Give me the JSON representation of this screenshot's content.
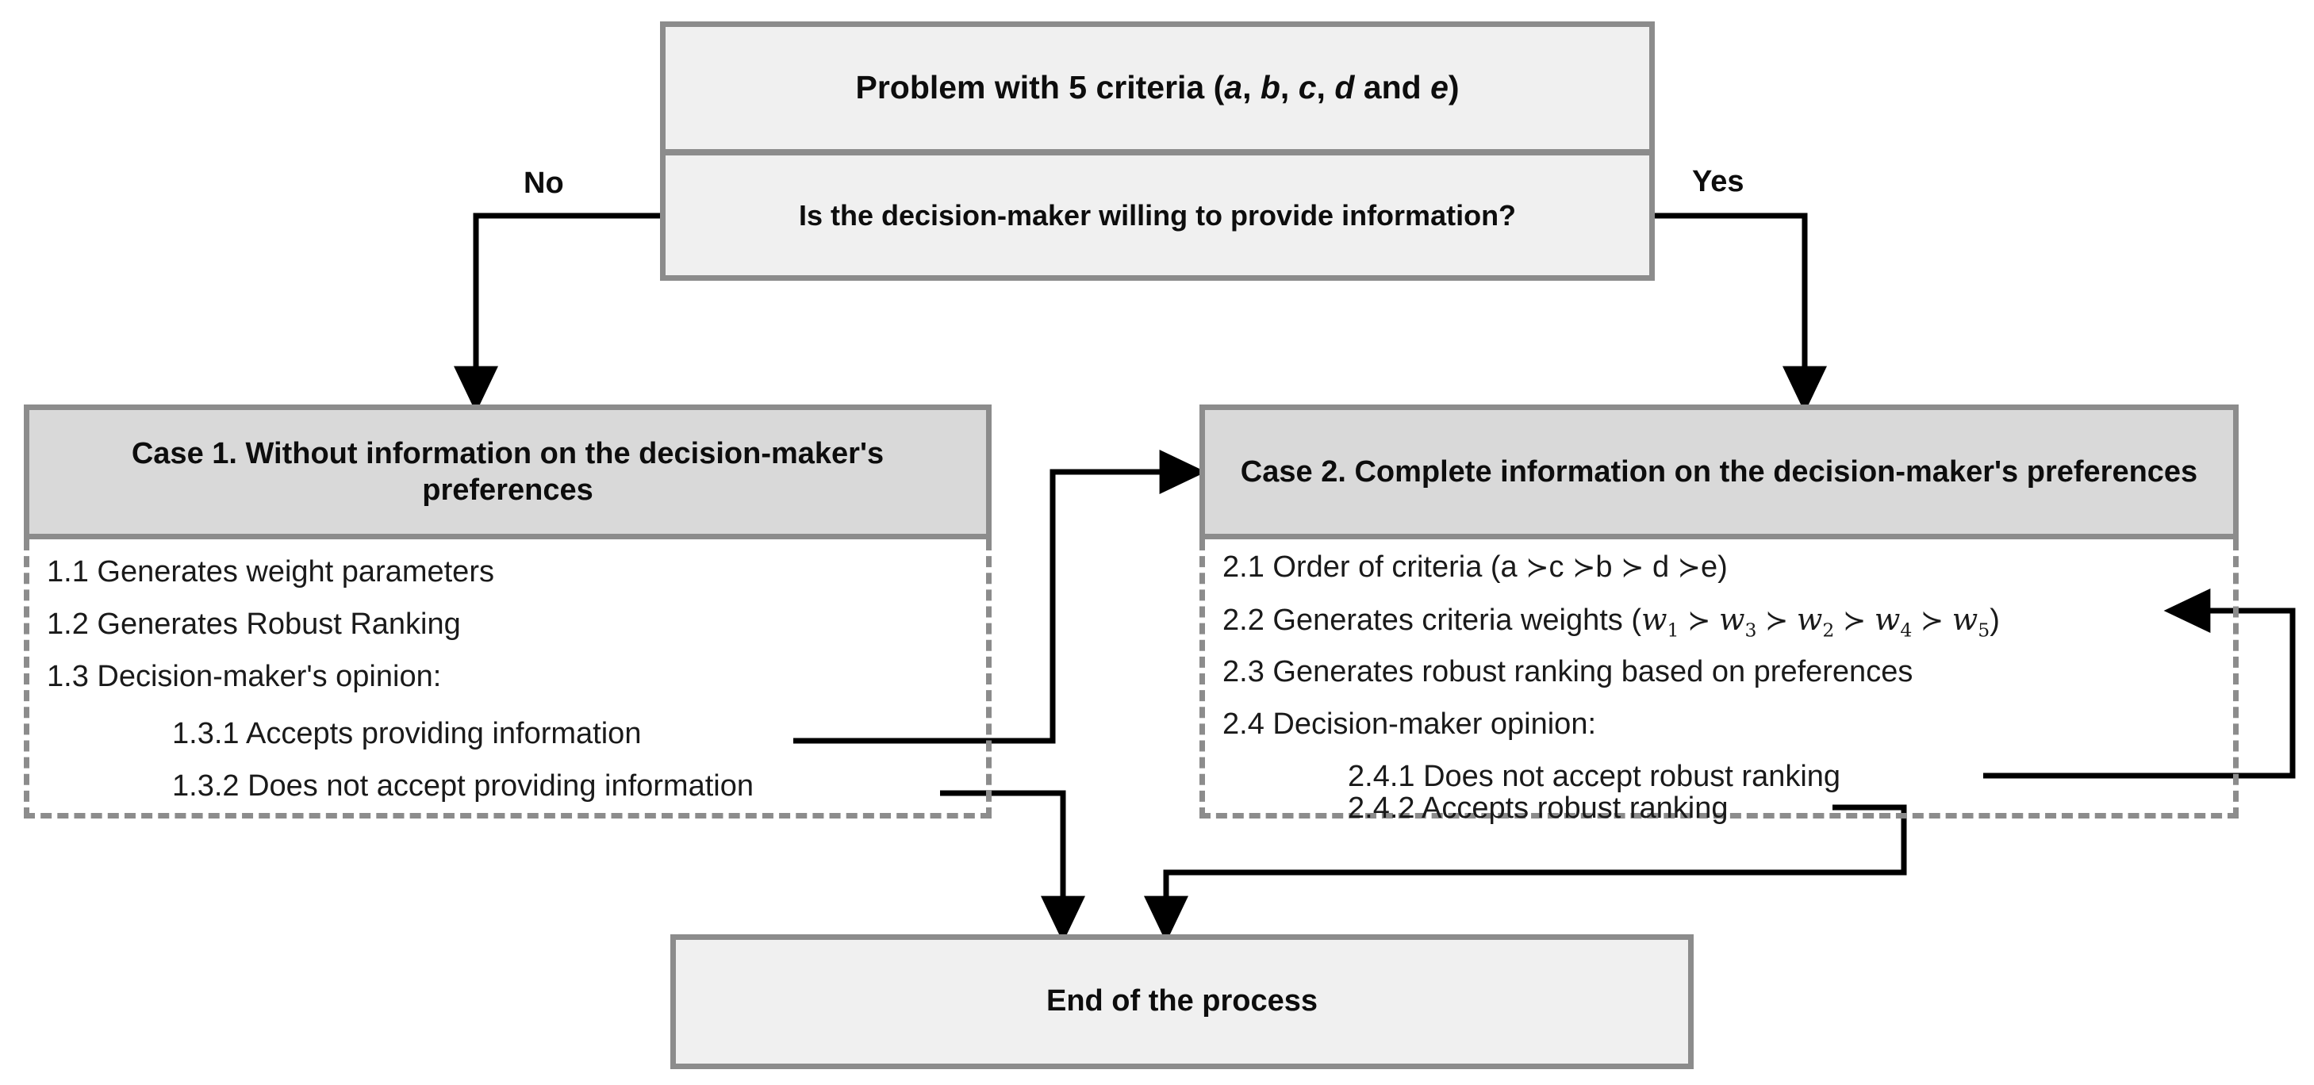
{
  "diagram": {
    "title_box": {
      "text": "Problem with 5 criteria (a, b, c, d and e)",
      "criteria": [
        "a",
        "b",
        "c",
        "d",
        "e"
      ],
      "criteria_count": 5
    },
    "decision_box": {
      "question": "Is the decision-maker willing to provide information?",
      "branches": [
        {
          "label": "No",
          "target": "Case 1. Without information on the decision-maker's preferences"
        },
        {
          "label": "Yes",
          "target": "Case 2. Complete information on the decision-maker's preferences"
        }
      ]
    },
    "case1": {
      "header": "Case 1. Without information on the decision-maker's preferences",
      "steps": [
        {
          "id": "1.1",
          "text": "1.1 Generates weight parameters"
        },
        {
          "id": "1.2",
          "text": "1.2 Generates Robust Ranking"
        },
        {
          "id": "1.3",
          "text": "1.3 Decision-maker's opinion:"
        },
        {
          "id": "1.3.1",
          "text": "1.3.1 Accepts providing information"
        },
        {
          "id": "1.3.2",
          "text": "1.3.2 Does not accept providing information"
        }
      ]
    },
    "case2": {
      "header": "Case 2. Complete information on the decision-maker's preferences",
      "steps": [
        {
          "id": "2.1",
          "prefix": "2.1 Order of criteria (a ",
          "order": "a ≻ c ≻ b ≻ d ≻ e"
        },
        {
          "id": "2.2",
          "prefix": "2.2 Generates criteria weights (",
          "weights_order": "w1 ≻ w3 ≻ w2 ≻ w4 ≻ w5"
        },
        {
          "id": "2.3",
          "text": "2.3 Generates robust ranking based on preferences"
        },
        {
          "id": "2.4",
          "text": "2.4 Decision-maker opinion:"
        },
        {
          "id": "2.4.1",
          "text": "2.4.1 Does not accept robust ranking"
        },
        {
          "id": "2.4.2",
          "text": "2.4.2 Accepts robust ranking"
        }
      ]
    },
    "end_box": {
      "text": "End of the process"
    },
    "colors": {
      "box_border": "#8c8c8c",
      "box_fill_light": "#f0f0f0",
      "box_fill_gray": "#d9d9d9",
      "connector": "#000000",
      "text": "#1a1a1a"
    },
    "connectors": [
      {
        "from": "decision_box",
        "to": "case1_header",
        "label": "No"
      },
      {
        "from": "decision_box",
        "to": "case2_header",
        "label": "Yes"
      },
      {
        "from": "1.3.1",
        "to": "case2_header",
        "label": ""
      },
      {
        "from": "1.3.2",
        "to": "end_box",
        "label": ""
      },
      {
        "from": "2.4.1",
        "to": "2.2",
        "label": ""
      },
      {
        "from": "2.4.2",
        "to": "end_box",
        "label": ""
      }
    ]
  }
}
